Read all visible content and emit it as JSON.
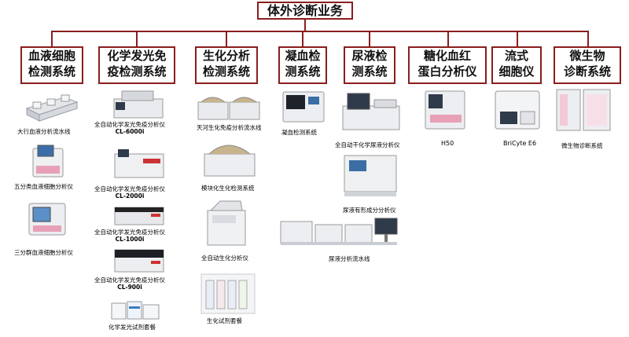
{
  "title": "体外诊断业务",
  "categories": [
    {
      "label": "血液细胞\n检测系统"
    },
    {
      "label": "化学发光免\n疫检测系统"
    },
    {
      "label": "生化分析\n检测系统"
    },
    {
      "label": "凝血检\n测系统"
    },
    {
      "label": "尿液检\n测系统"
    },
    {
      "label": "糖化血红\n蛋白分析仪"
    },
    {
      "label": "流式\n细胞仪"
    },
    {
      "label": "微生物\n诊断系统"
    }
  ],
  "products": {
    "blood": [
      {
        "name": "大行血液分析流水线"
      },
      {
        "name": "五分类血液细胞分析仪"
      },
      {
        "name": "三分群血液细胞分析仪"
      }
    ],
    "cl": [
      {
        "name": "全自动化学发光免疫分析仪",
        "model": "CL-6000i"
      },
      {
        "name": "全自动化学发光免疫分析仪",
        "model": "CL-2000i"
      },
      {
        "name": "全自动化学发光免疫分析仪",
        "model": "CL-1000i"
      },
      {
        "name": "全自动化学发光免疫分析仪",
        "model": "CL-900i"
      },
      {
        "name": "化学发光试剂套餐"
      }
    ],
    "bio": [
      {
        "name": "天河生化免疫分析流水线"
      },
      {
        "name": "模块化生化检测系统"
      },
      {
        "name": "全自动生化分析仪"
      },
      {
        "name": "生化试剂套餐"
      }
    ],
    "coag": [
      {
        "name": "凝血检测系统"
      }
    ],
    "urine": [
      {
        "name": "全自动干化学尿液分析仪"
      },
      {
        "name": "尿液有形成分分析仪"
      },
      {
        "name": "尿液分析流水线"
      }
    ],
    "hba1c": [
      {
        "name": "H50"
      }
    ],
    "flow": [
      {
        "name": "BriCyte E6"
      }
    ],
    "micro": [
      {
        "name": "微生物诊断系统"
      }
    ]
  }
}
